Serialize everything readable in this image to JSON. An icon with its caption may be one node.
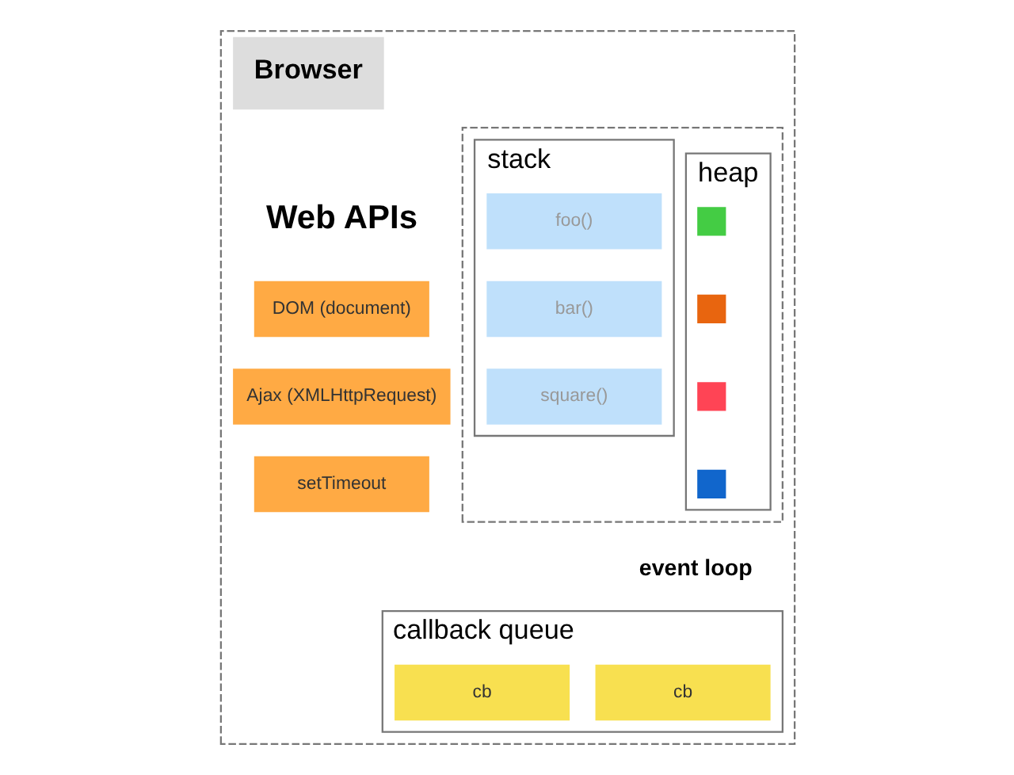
{
  "diagram": {
    "nodes": [
      {
        "text": [
          "Browser"
        ]
      },
      {
        "text": [],
        "shape": "box",
        "in": 0
      },
      {
        "text": [
          "heap"
        ],
        "in": 1
      },
      {
        "text": [],
        "shape": "box",
        "in": 2
      },
      {
        "text": [],
        "shape": "box",
        "in": 2
      },
      {
        "text": [],
        "shape": "box",
        "in": 2
      },
      {
        "text": [],
        "shape": "box",
        "in": 2
      },
      {
        "text": [
          "stack"
        ],
        "in": 1
      },
      {
        "text": [
          "foo()"
        ],
        "in": 7
      },
      {
        "text": [
          "bar()"
        ],
        "in": 7
      },
      {
        "text": [
          "square()"
        ],
        "in": 7
      },
      {
        "text": [
          "DOM (document)"
        ],
        "in": 0
      },
      {
        "text": [
          "Ajax (XMLHttpRequest)"
        ],
        "in": 0
      },
      {
        "text": [
          "setTimeout"
        ],
        "in": 0
      },
      {
        "text": [
          "callback queue"
        ],
        "in": 0
      },
      {
        "text": [
          "cb"
        ],
        "in": 14
      },
      {
        "text": [
          "cb"
        ],
        "in": 14
      }
    ],
    "edges": [],
    "labels": [
      "Web APIs",
      "event loop"
    ]
  }
}
